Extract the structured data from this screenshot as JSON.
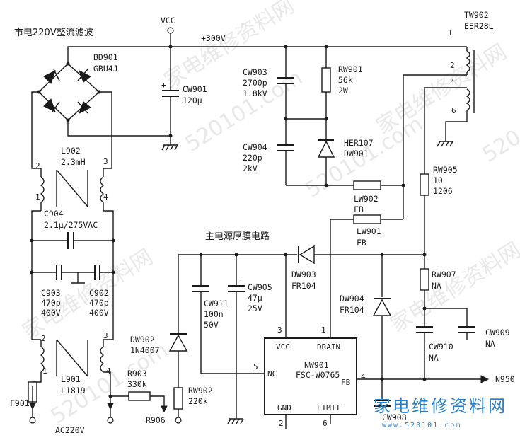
{
  "titles": {
    "rectifier": "市电220V整流滤波",
    "thick_film": "主电源厚膜电路"
  },
  "nets": {
    "vcc": "VCC",
    "v300": "+300V",
    "ac": "AC220V",
    "n950": "N950"
  },
  "components": {
    "bd901": {
      "ref": "BD901",
      "value": "GBU4J"
    },
    "cw901": {
      "ref": "CW901",
      "value": "120μ"
    },
    "l902": {
      "ref": "L902",
      "value": "2.3mH"
    },
    "c904": {
      "ref": "C904",
      "value": "2.1μ/275VAC"
    },
    "c903": {
      "ref": "C903",
      "value1": "470p",
      "value2": "400V"
    },
    "c902": {
      "ref": "C902",
      "value1": "470p",
      "value2": "400V"
    },
    "l901": {
      "ref": "L901",
      "value": "L1819"
    },
    "f901": {
      "ref": "F901"
    },
    "r903": {
      "ref": "R903",
      "value": "330k"
    },
    "r906": {
      "ref": "R906"
    },
    "cw903": {
      "ref": "CW903",
      "value1": "2700p",
      "value2": "1.8kV"
    },
    "rw901": {
      "ref": "RW901",
      "value1": "56k",
      "value2": "2W"
    },
    "cw904": {
      "ref": "CW904",
      "value1": "220p",
      "value2": "2kV"
    },
    "her107": {
      "ref": "HER107",
      "value": "DW901"
    },
    "lw902": {
      "ref": "LW902",
      "value": "FB"
    },
    "lw901": {
      "ref": "LW901",
      "value": "FB"
    },
    "tw902": {
      "ref": "TW902",
      "value": "EER28L"
    },
    "rw905": {
      "ref": "RW905",
      "value1": "10",
      "value2": "1206"
    },
    "rw907": {
      "ref": "RW907",
      "value": "NA"
    },
    "cw909": {
      "ref": "CW909",
      "value": "NA"
    },
    "cw910": {
      "ref": "CW910",
      "value": "NA"
    },
    "dw903": {
      "ref": "DW903",
      "value": "FR104"
    },
    "dw904": {
      "ref": "DW904",
      "value": "FR104"
    },
    "cw911": {
      "ref": "CW911",
      "value1": "100n",
      "value2": "50V"
    },
    "cw905": {
      "ref": "CW905",
      "value1": "47μ",
      "value2": "25V"
    },
    "dw902": {
      "ref": "DW902",
      "value": "1N4007"
    },
    "rw902": {
      "ref": "RW902",
      "value": "220k"
    },
    "cw908": {
      "ref": "CW908"
    },
    "nw901": {
      "ref": "NW901",
      "value": "FSC-W0765"
    }
  },
  "ic_pins": {
    "vcc": "VCC",
    "drain": "DRAIN",
    "nc": "NC",
    "fb": "FB",
    "gnd": "GND",
    "limit": "LIMIT"
  },
  "pin_numbers": {
    "p1": "1",
    "p2": "2",
    "p3": "3",
    "p4": "4",
    "p5": "5",
    "p6": "6"
  },
  "watermarks": {
    "text_a": "家电维修资料网",
    "text_b": "520101.com",
    "text_c": "520"
  },
  "brand": {
    "name": "家电维修资料网",
    "url": "www.520101.com",
    "color": "#2a7fc6"
  }
}
